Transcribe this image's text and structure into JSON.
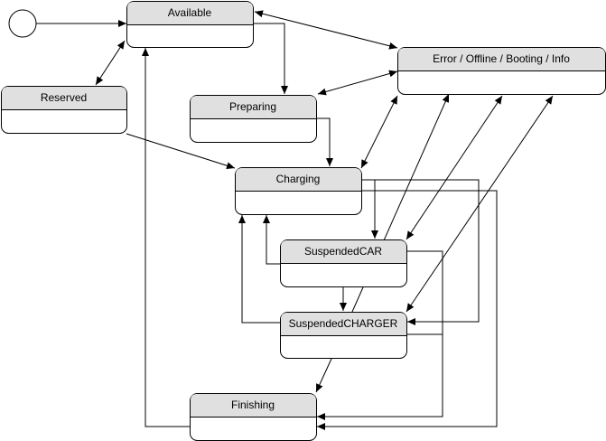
{
  "diagram": {
    "type": "state-machine",
    "states": [
      {
        "id": "available",
        "label": "Available"
      },
      {
        "id": "reserved",
        "label": "Reserved"
      },
      {
        "id": "preparing",
        "label": "Preparing"
      },
      {
        "id": "charging",
        "label": "Charging"
      },
      {
        "id": "suspended_car",
        "label": "SuspendedCAR"
      },
      {
        "id": "suspended_charger",
        "label": "SuspendedCHARGER"
      },
      {
        "id": "finishing",
        "label": "Finishing"
      },
      {
        "id": "error",
        "label": "Error / Offline / Booting / Info"
      }
    ],
    "transitions": [
      {
        "id": "init-available",
        "from": "initial",
        "to": "available",
        "bidirectional": false
      },
      {
        "id": "available-reserved",
        "from": "available",
        "to": "reserved",
        "bidirectional": true
      },
      {
        "id": "available-error",
        "from": "available",
        "to": "error",
        "bidirectional": true
      },
      {
        "id": "available-preparing",
        "from": "available",
        "to": "preparing",
        "bidirectional": false
      },
      {
        "id": "error-preparing",
        "from": "error",
        "to": "preparing",
        "bidirectional": true
      },
      {
        "id": "reserved-charging",
        "from": "reserved",
        "to": "charging",
        "bidirectional": false
      },
      {
        "id": "preparing-charging",
        "from": "preparing",
        "to": "charging",
        "bidirectional": false
      },
      {
        "id": "error-charging",
        "from": "error",
        "to": "charging",
        "bidirectional": true
      },
      {
        "id": "charging-suspendedcar",
        "from": "charging",
        "to": "suspended_car",
        "bidirectional": false
      },
      {
        "id": "charging-suspendedcharger",
        "from": "charging",
        "to": "suspended_charger",
        "bidirectional": false
      },
      {
        "id": "charging-finishing",
        "from": "charging",
        "to": "finishing",
        "bidirectional": false
      },
      {
        "id": "suspendedcar-charging",
        "from": "suspended_car",
        "to": "charging",
        "bidirectional": false
      },
      {
        "id": "suspendedcar-suspendedcharger",
        "from": "suspended_car",
        "to": "suspended_charger",
        "bidirectional": false
      },
      {
        "id": "suspendedcar-finishing",
        "from": "suspended_car",
        "to": "finishing",
        "bidirectional": false
      },
      {
        "id": "suspendedcar-error",
        "from": "suspended_car",
        "to": "error",
        "bidirectional": true
      },
      {
        "id": "suspendedcharger-error",
        "from": "suspended_charger",
        "to": "error",
        "bidirectional": true
      },
      {
        "id": "suspendedcharger-error-2",
        "from": "suspended_charger",
        "to": "error",
        "bidirectional": false
      },
      {
        "id": "suspendedcharger-charging",
        "from": "suspended_charger",
        "to": "charging",
        "bidirectional": false
      },
      {
        "id": "suspendedcharger-finishing",
        "from": "suspended_charger",
        "to": "finishing",
        "bidirectional": false
      },
      {
        "id": "suspendedcharger-finishing-2",
        "from": "suspended_charger",
        "to": "finishing",
        "bidirectional": false
      },
      {
        "id": "finishing-available",
        "from": "finishing",
        "to": "available",
        "bidirectional": false
      }
    ]
  }
}
